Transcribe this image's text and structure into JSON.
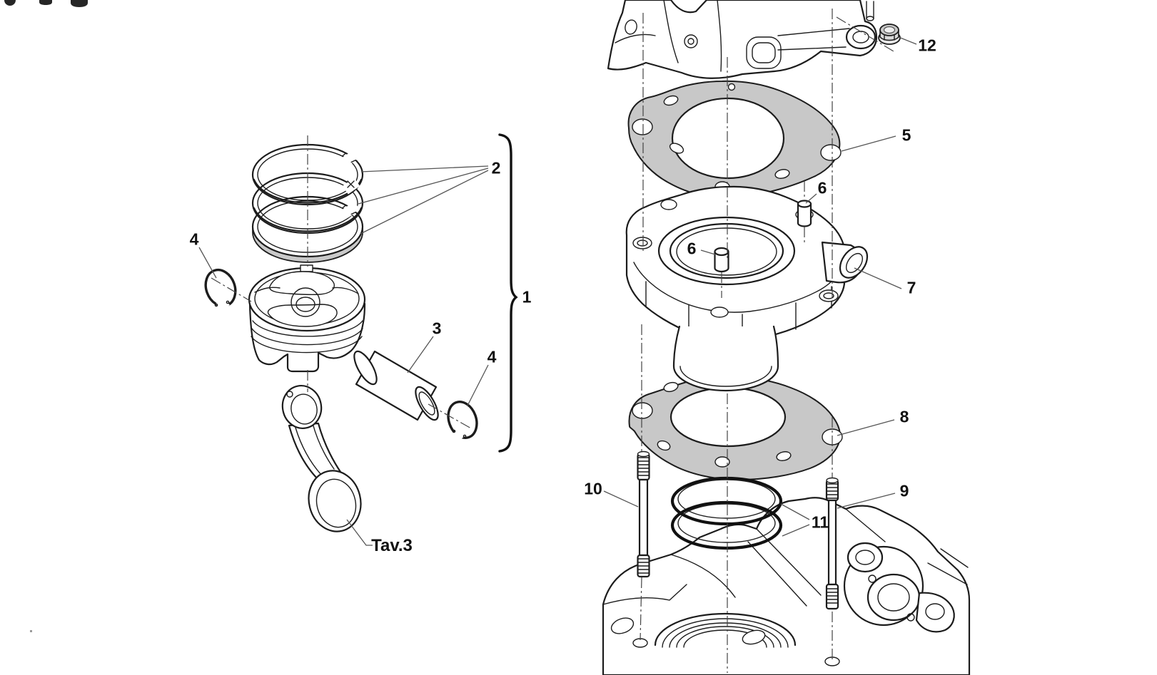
{
  "diagram": {
    "type": "exploded-parts-diagram",
    "callouts": {
      "c1": {
        "text": "1"
      },
      "c2": {
        "text": "2"
      },
      "c3": {
        "text": "3"
      },
      "c4": {
        "text": "4"
      },
      "c5": {
        "text": "5"
      },
      "c6": {
        "text": "6"
      },
      "c7": {
        "text": "7"
      },
      "c8": {
        "text": "8"
      },
      "c9": {
        "text": "9"
      },
      "c10": {
        "text": "10"
      },
      "c11": {
        "text": "11"
      },
      "c12": {
        "text": "12"
      },
      "tav3": {
        "text": "Tav.3"
      }
    },
    "corner_marks": 3
  },
  "colors": {
    "background": "#ffffff",
    "line": "#1c1c1c",
    "gasket_fill": "#c8c8c8",
    "oil_ring_fill": "#c9c9c9",
    "leader": "#555555",
    "centerline": "#444444",
    "label_color": "#111111"
  }
}
